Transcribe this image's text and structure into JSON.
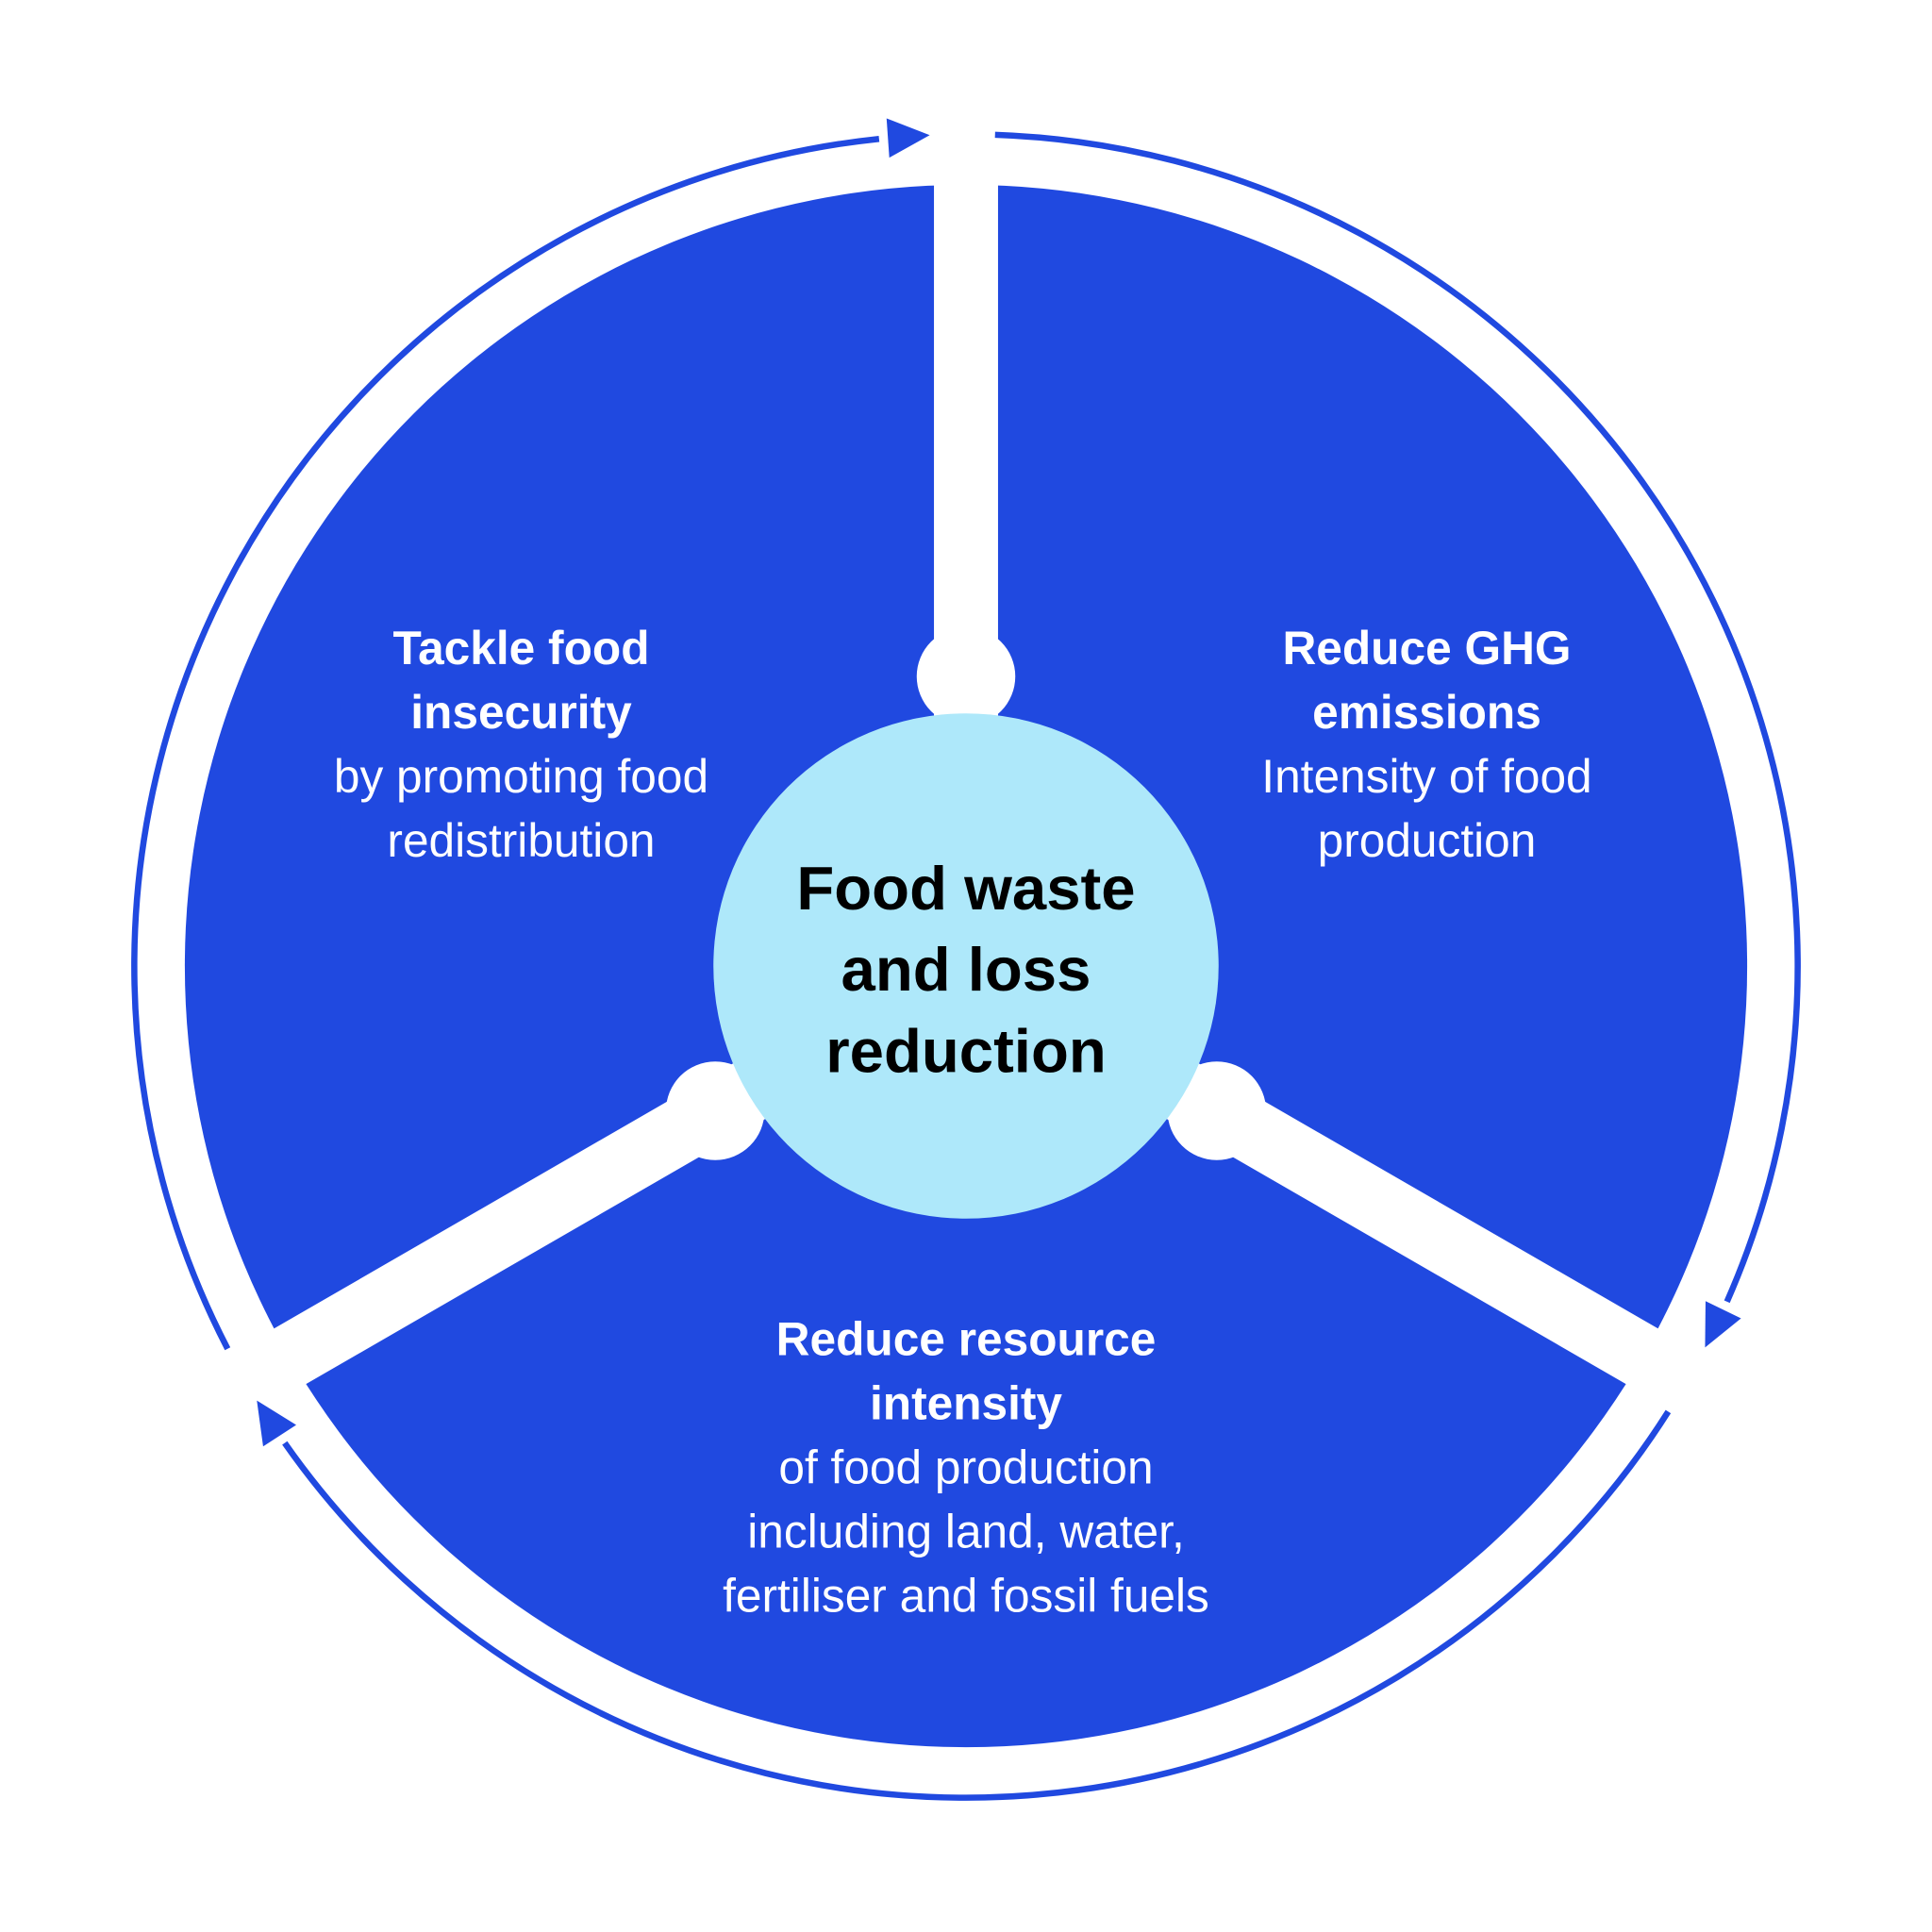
{
  "colors": {
    "segment": "#2049E0",
    "center": "#AEE8FA",
    "ring": "#2049E0",
    "gap": "#ffffff"
  },
  "center": {
    "lines": [
      "Food waste",
      "and loss",
      "reduction"
    ]
  },
  "segments": [
    {
      "title": [
        "Tackle food",
        "insecurity"
      ],
      "body": [
        "by promoting food",
        "redistribution"
      ]
    },
    {
      "title": [
        "Reduce GHG",
        "emissions"
      ],
      "body": [
        "Intensity of food",
        "production"
      ]
    },
    {
      "title": [
        "Reduce resource",
        "intensity"
      ],
      "body": [
        "of food production",
        "including land, water,",
        "fertiliser and fossil fuels"
      ]
    }
  ]
}
